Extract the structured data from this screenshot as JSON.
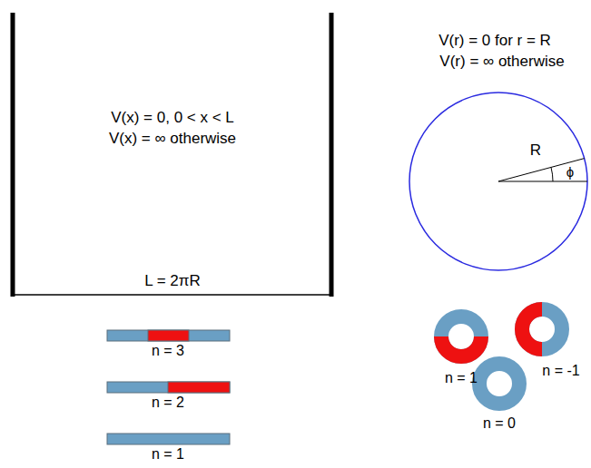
{
  "diagram": {
    "labels": [
      "V(x) = 0, 0 < x < L",
      "V(x) = ∞ otherwise",
      "V(r) = 0 for r = R",
      "V(r) = ∞ otherwise",
      "R",
      "ϕ",
      "L = 2πR",
      "n = 3",
      "n = 2",
      "n = 1",
      "n = 1",
      "n = -1",
      "n = 0"
    ]
  }
}
